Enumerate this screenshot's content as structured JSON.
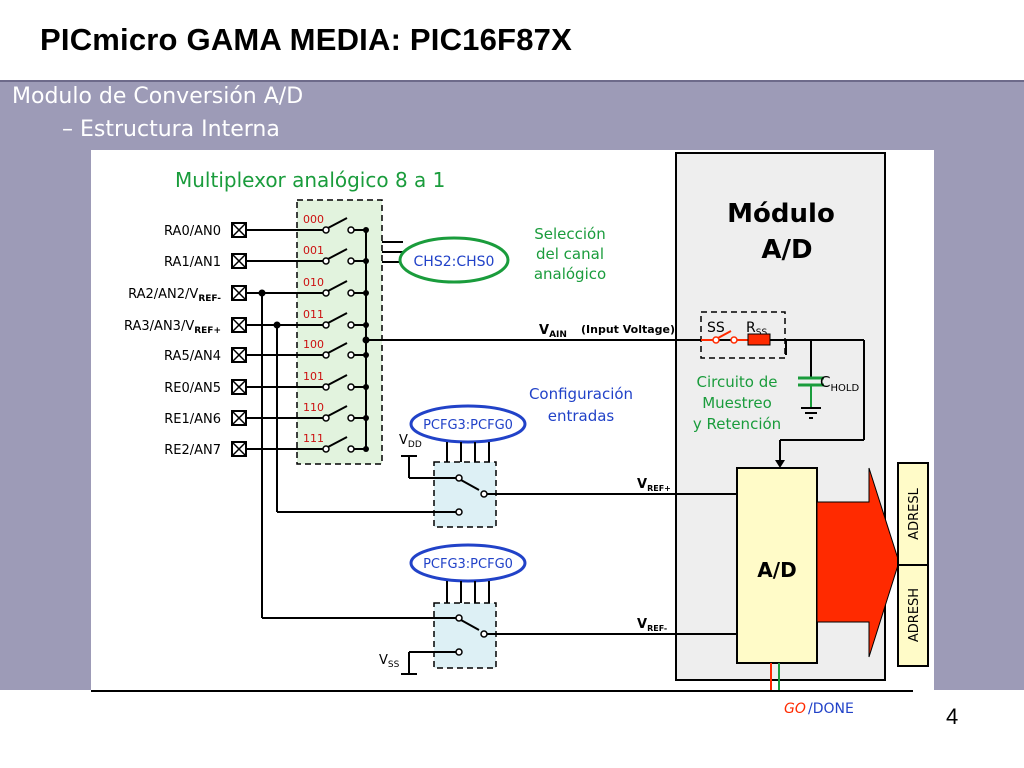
{
  "slide": {
    "title": "PICmicro GAMA MEDIA: PIC16F87X",
    "bullet_1": "Modulo de Conversión A/D",
    "bullet_2": "– Estructura Interna",
    "page_number": "4"
  },
  "diagram": {
    "mux_title": "Multiplexor analógico 8 a 1",
    "pins": [
      "RA0/AN0",
      "RA1/AN1",
      "RA2/AN2/V",
      "RA3/AN3/V",
      "RA5/AN4",
      "RE0/AN5",
      "RE1/AN6",
      "RE2/AN7"
    ],
    "pin_subscripts": [
      "",
      "",
      "REF-",
      "REF+",
      "",
      "",
      "",
      ""
    ],
    "channel_codes": [
      "000",
      "001",
      "010",
      "011",
      "100",
      "101",
      "110",
      "111"
    ],
    "chs_label": "CHS2:CHS0",
    "channel_select": [
      "Selección",
      "del canal",
      "analógico"
    ],
    "vain": "V",
    "vain_sub": "AIN",
    "vain_note": "(Input Voltage)",
    "config_label": [
      "Configuración",
      "entradas"
    ],
    "pcfg_label_top": "PCFG3:PCFG0",
    "pcfg_label_bottom": "PCFG3:PCFG0",
    "vdd": "V",
    "vdd_sub": "DD",
    "vss": "V",
    "vss_sub": "SS",
    "vref_plus": "V",
    "vref_plus_sub": "REF+",
    "vref_minus": "V",
    "vref_minus_sub": "REF-",
    "module_title": [
      "Módulo",
      "A/D"
    ],
    "ss": "SS",
    "rss": "R",
    "rss_sub": "SS",
    "chold": "C",
    "chold_sub": "HOLD",
    "sample_hold": [
      "Circuito de",
      "Muestreo",
      "y Retención"
    ],
    "ad_block": "A/D",
    "adresl": "ADRESL",
    "adresh": "ADRESH",
    "go": "GO",
    "done": "/DONE",
    "colors": {
      "mux_green": "#1a9c3c",
      "mux_fill": "#e2f3de",
      "config_blue": "#2142c8",
      "pcfg_fill": "#ddf0f5",
      "red_arrow": "#ff2a00",
      "module_fill": "#eeeeee",
      "ad_fill": "#fffbc8"
    }
  }
}
